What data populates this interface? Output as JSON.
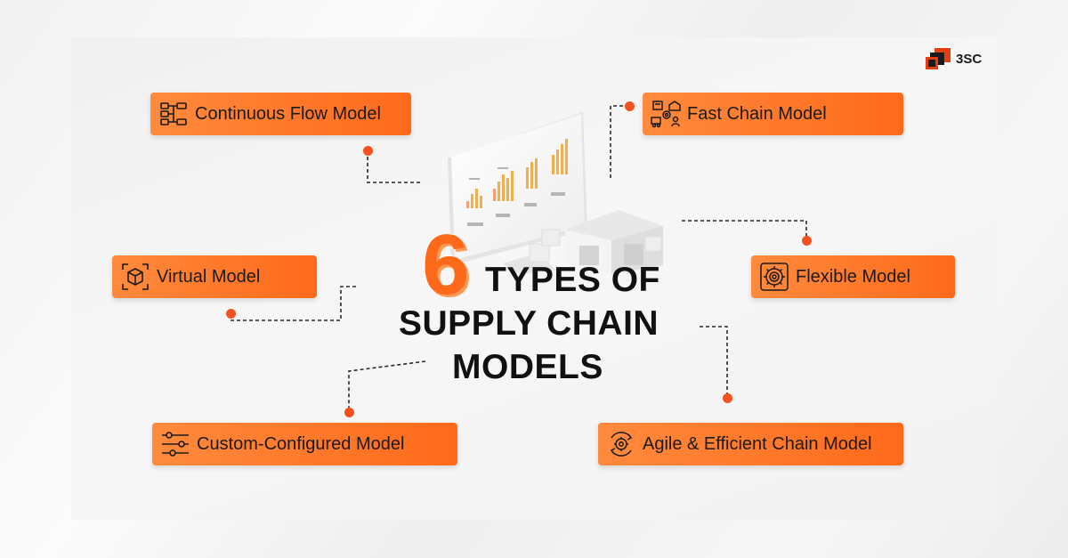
{
  "brand": {
    "name": "3SC"
  },
  "headline": {
    "number": "6",
    "line1": "TYPES OF",
    "line2": "SUPPLY CHAIN",
    "line3": "MODELS"
  },
  "models": [
    {
      "label": "Continuous Flow Model",
      "icon": "flow-icon"
    },
    {
      "label": "Fast Chain Model",
      "icon": "logistics-icon"
    },
    {
      "label": "Virtual Model",
      "icon": "cube-icon"
    },
    {
      "label": "Flexible Model",
      "icon": "gear-icon"
    },
    {
      "label": "Custom-Configured Model",
      "icon": "sliders-icon"
    },
    {
      "label": "Agile & Efficient Chain Model",
      "icon": "cycle-gear-icon"
    }
  ],
  "colors": {
    "accent": "#ff6a1a",
    "accent_light": "#ff8a3d",
    "dot": "#f4511e",
    "text": "#1a1a1a"
  }
}
